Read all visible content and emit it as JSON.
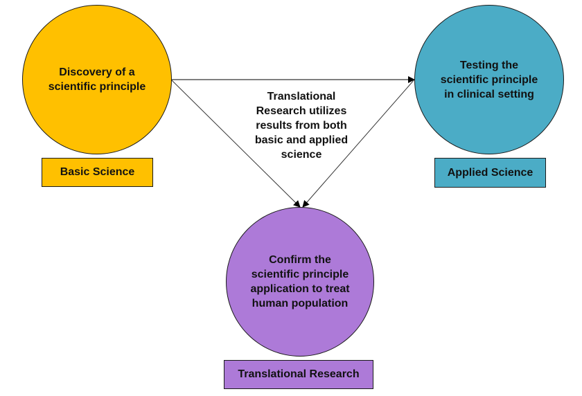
{
  "colors": {
    "basic": "#FFC000",
    "applied": "#4BACC6",
    "translational": "#AD7AD8",
    "line": "#333333"
  },
  "nodes": {
    "basic": {
      "circle_text": "Discovery of a\nscientific principle",
      "label": "Basic Science"
    },
    "applied": {
      "circle_text": "Testing the\nscientific principle\nin clinical setting",
      "label": "Applied Science"
    },
    "translational": {
      "circle_text": "Confirm the\nscientific principle\napplication to treat\nhuman population",
      "label": "Translational Research"
    }
  },
  "center_note": "Translational\nResearch utilizes\nresults from both\nbasic and applied\nscience",
  "edges": [
    {
      "from": "basic",
      "to": "applied"
    },
    {
      "from": "basic",
      "to": "translational"
    },
    {
      "from": "applied",
      "to": "translational"
    }
  ]
}
